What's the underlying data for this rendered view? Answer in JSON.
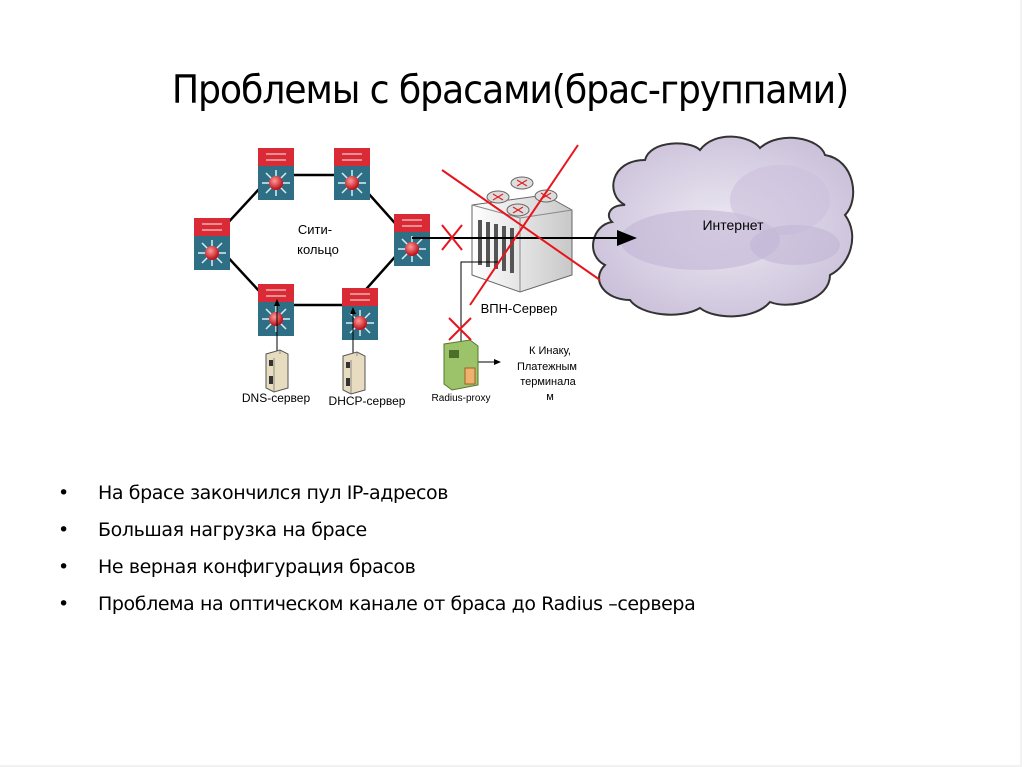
{
  "slide": {
    "title": "Проблемы с брасами(брас-группами)",
    "diagram": {
      "ring_label_line1": "Сити-",
      "ring_label_line2": "кольцо",
      "vpn_label": "ВПН-Сервер",
      "internet_label": "Интернет",
      "dns_label": "DNS-сервер",
      "dhcp_label": "DHCP-сервер",
      "radius_label": "Radius-proxy",
      "inak_label_line1": "К Инаку,",
      "inak_label_line2": "Платежным",
      "inak_label_line3": "терминала",
      "inak_label_line4": "м",
      "colors": {
        "switch_top": "#d92a35",
        "switch_bottom": "#2f6f86",
        "cross": "#e8141c",
        "cloud_fill": "#d9d2e6",
        "server_green": "#9cc36a"
      }
    },
    "bullets": [
      {
        "marker": "•",
        "text": "На брасе закончился пул IP-адресов"
      },
      {
        "marker": "•",
        "text": "Большая нагрузка на брасе"
      },
      {
        "marker": "•",
        "text": "Не верная конфигурация брасов"
      },
      {
        "marker": "•",
        "text": "Проблема на оптическом канале от браса до Radius –сервера"
      }
    ]
  }
}
